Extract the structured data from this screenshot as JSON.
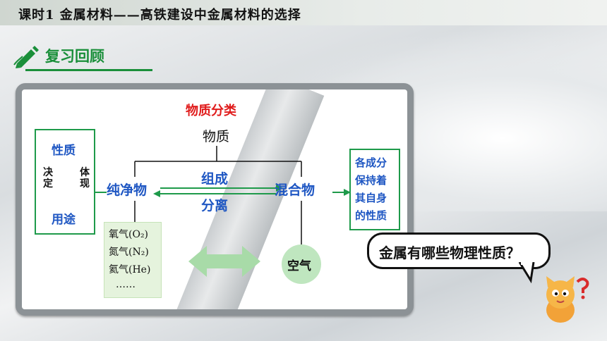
{
  "header": {
    "title": "课时1  金属材料——高铁建设中金属材料的选择"
  },
  "section": {
    "label": "复习回顾"
  },
  "diagram": {
    "heading": "物质分类",
    "root": "物质",
    "pure": "纯净物",
    "mixture": "混合物",
    "arrow_top": "组成",
    "arrow_bottom": "分离",
    "left_box": {
      "top": "性质",
      "bottom": "用途",
      "left_vertical": "决定",
      "right_vertical": "体现"
    },
    "right_box_lines": [
      "各成分",
      "保持着",
      "其自身",
      "的性质"
    ],
    "examples": [
      "氧气(O₂)",
      "氮气(N₂)",
      "氦气(He)",
      "……"
    ],
    "air": "空气"
  },
  "bubble": {
    "text": "金属有哪些物理性质？"
  },
  "colors": {
    "green": "#1e9a4a",
    "blue": "#1f57c3",
    "red": "#e01b1b"
  }
}
